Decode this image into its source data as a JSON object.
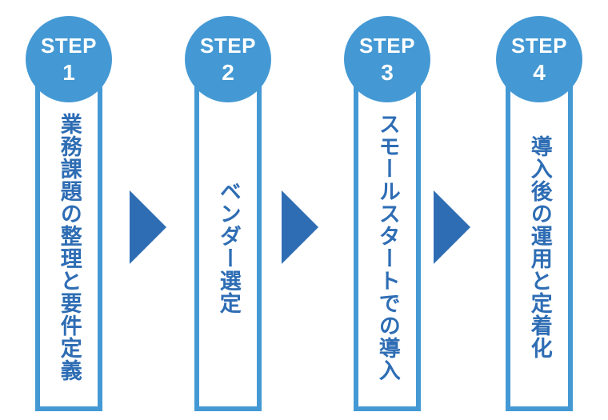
{
  "diagram": {
    "type": "process-flow",
    "title": "",
    "orientation": "horizontal",
    "colors": {
      "circle": "#4499d4",
      "box_border": "#4499d4",
      "arrow": "#2e6db4",
      "label_text": "#2e6db4",
      "circle_text": "#ffffff",
      "background": "#ffffff"
    },
    "steps": [
      {
        "badge_word": "STEP",
        "badge_number": "1",
        "label": "業務課題の整理と要件定義"
      },
      {
        "badge_word": "STEP",
        "badge_number": "2",
        "label": "ベンダー選定"
      },
      {
        "badge_word": "STEP",
        "badge_number": "3",
        "label": "スモールスタートでの導入"
      },
      {
        "badge_word": "STEP",
        "badge_number": "4",
        "label": "導入後の運用と定着化"
      }
    ],
    "connectors": [
      {
        "icon": "right-triangle-arrow-icon"
      },
      {
        "icon": "right-triangle-arrow-icon"
      },
      {
        "icon": "right-triangle-arrow-icon"
      }
    ]
  }
}
